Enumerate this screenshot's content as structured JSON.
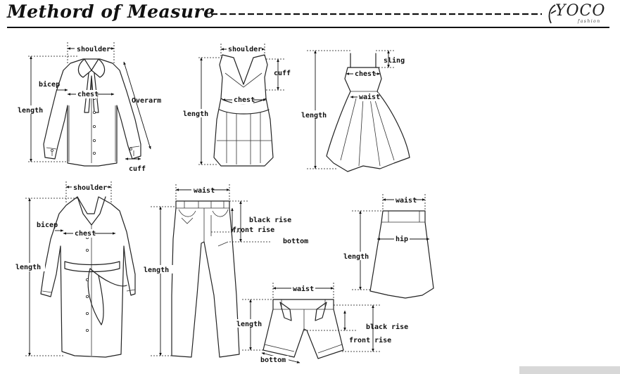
{
  "header": {
    "title": "Methord of Measure",
    "dashes": "------------------------------------------------",
    "brand": {
      "main": "YOCO",
      "sub": "fashion"
    }
  },
  "labels": {
    "shirt": {
      "shoulder": "shoulder",
      "bicep": "bicep",
      "chest": "chest",
      "overarm": "Overarm",
      "length": "length",
      "cuff": "cuff"
    },
    "vest": {
      "shoulder": "shoulder",
      "cuff": "cuff",
      "chest": "chest",
      "length": "length"
    },
    "dress": {
      "sling": "sling",
      "chest": "chest",
      "waist": "waist",
      "length": "length"
    },
    "coat": {
      "shoulder": "shoulder",
      "bicep": "bicep",
      "chest": "chest",
      "length": "length"
    },
    "pants": {
      "waist": "waist",
      "black_rise": "black rise",
      "front_rise": "front rise",
      "bottom": "bottom",
      "length": "length"
    },
    "skirt": {
      "waist": "waist",
      "hip": "hip",
      "length": "length"
    },
    "shorts": {
      "waist": "waist",
      "length": "length",
      "black_rise": "black rise",
      "front_rise": "front rise",
      "bottom": "bottom"
    }
  }
}
